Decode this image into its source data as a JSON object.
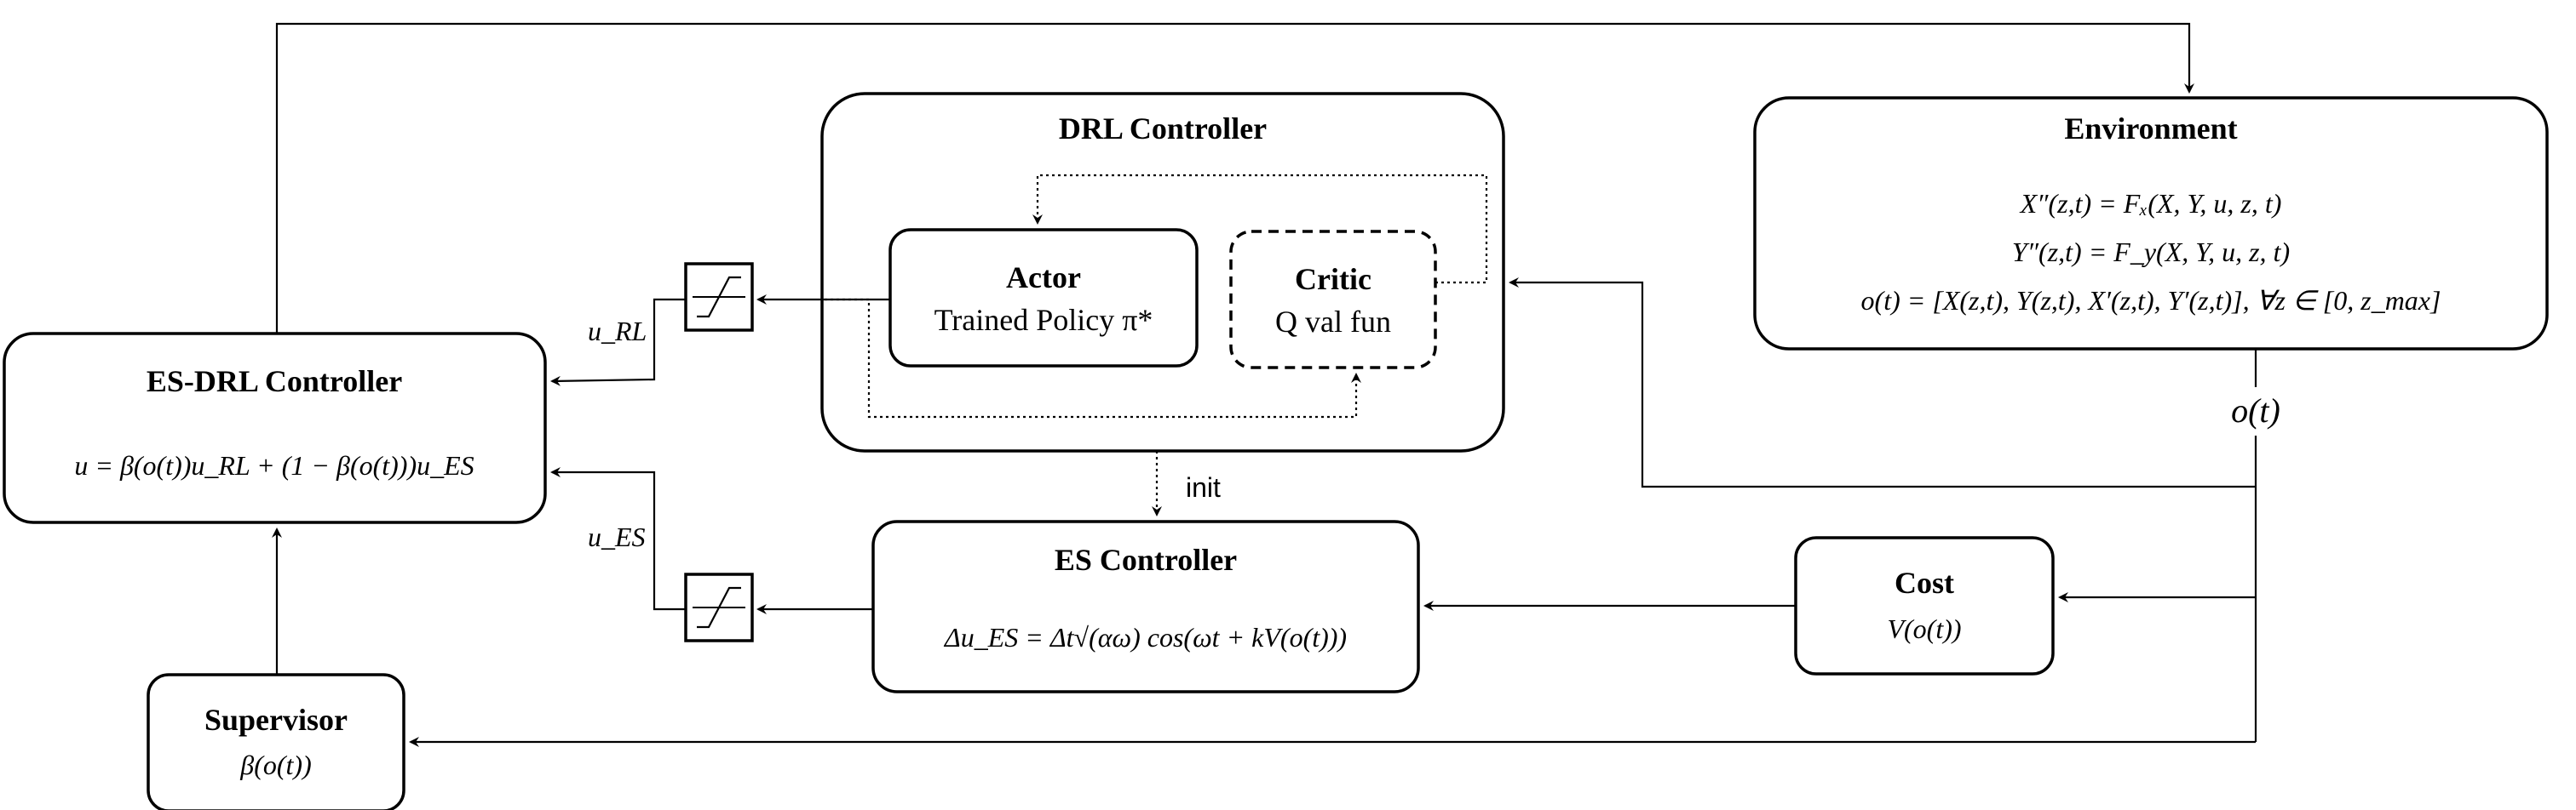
{
  "blocks": {
    "drl": {
      "title": "DRL Controller"
    },
    "actor": {
      "title": "Actor",
      "subtitle": "Trained Policy π*"
    },
    "critic": {
      "title": "Critic",
      "subtitle": "Q val fun"
    },
    "env": {
      "title": "Environment",
      "eq1": "X″(z,t) = Fₓ(X, Y, u, z, t)",
      "eq2": "Y″(z,t) = F_y(X, Y, u, z, t)",
      "eq3": "o(t) = [X(z,t), Y(z,t), X′(z,t), Y′(z,t)],  ∀z ∈ [0, z_max]"
    },
    "esdrl": {
      "title": "ES-DRL Controller",
      "eq": "u = β(o(t))u_RL + (1 − β(o(t)))u_ES"
    },
    "es": {
      "title": "ES Controller",
      "eq": "Δu_ES = Δt√(αω) cos(ωt + kV(o(t)))"
    },
    "cost": {
      "title": "Cost",
      "eq": "V(o(t))"
    },
    "supervisor": {
      "title": "Supervisor",
      "eq": "β(o(t))"
    }
  },
  "labels": {
    "u_rl": "u_RL",
    "u_es": "u_ES",
    "init": "init",
    "ot": "o(t)"
  }
}
